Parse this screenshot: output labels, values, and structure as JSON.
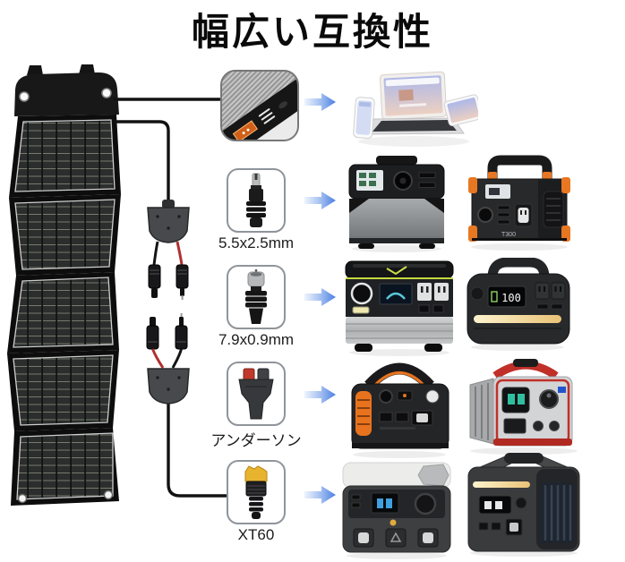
{
  "title": "幅広い互換性",
  "connectors": {
    "usb": {
      "label": ""
    },
    "dc55": {
      "label": "5.5x2.5mm"
    },
    "dc79": {
      "label": "7.9x0.9mm"
    },
    "anderson": {
      "label": "アンダーソン"
    },
    "xt60": {
      "label": "XT60"
    }
  },
  "devices": {
    "t300_label": "T300",
    "battery_display": "100"
  },
  "colors": {
    "arrow_light": "#e9f1fc",
    "arrow_dark": "#4b7fe1",
    "accent_orange": "#e87722",
    "wire_red": "#b03030",
    "panel_cell": "#2b2e2c"
  }
}
